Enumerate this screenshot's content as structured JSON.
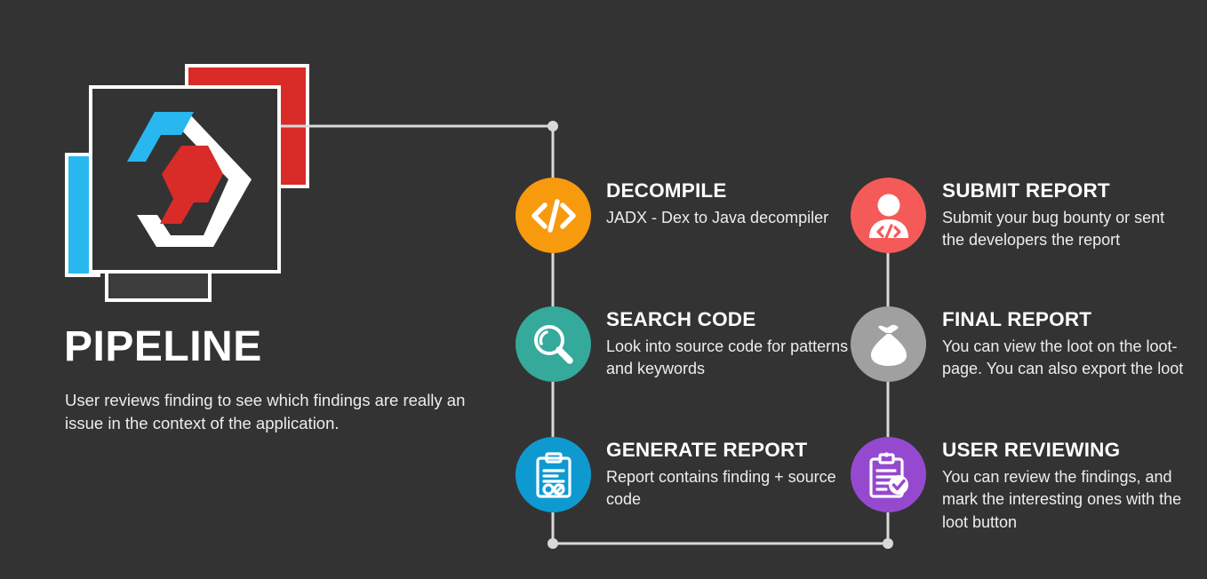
{
  "background_color": "#333333",
  "brand": {
    "logo_name": "pipeline-hexagon-logo",
    "logo_colors": {
      "blue": "#29B7F0",
      "red": "#D92B28",
      "white": "#FFFFFF",
      "card_dark": "#333333"
    }
  },
  "header": {
    "title": "PIPELINE",
    "description": "User reviews finding to see which findings are really an issue in the context of the application."
  },
  "connector_color": "#D9D9D9",
  "steps": [
    {
      "id": "decompile",
      "column": "left",
      "row": 1,
      "title": "DECOMPILE",
      "description": "JADX - Dex to Java decompiler",
      "icon": "code-brackets-icon",
      "color": "#F79A0E"
    },
    {
      "id": "search-code",
      "column": "left",
      "row": 2,
      "title": "SEARCH CODE",
      "description": "Look into source code for patterns and keywords",
      "icon": "magnifier-icon",
      "color": "#35A99B"
    },
    {
      "id": "generate-report",
      "column": "left",
      "row": 3,
      "title": "GENERATE REPORT",
      "description": "Report contains finding + source code",
      "icon": "clipboard-report-icon",
      "color": "#0E9AD0"
    },
    {
      "id": "submit-report",
      "column": "right",
      "row": 1,
      "title": "SUBMIT REPORT",
      "description": "Submit your bug bounty or sent the developers the report",
      "icon": "developer-person-icon",
      "color": "#F45B58"
    },
    {
      "id": "final-report",
      "column": "right",
      "row": 2,
      "title": "FINAL REPORT",
      "description": "You can view the loot on the loot-page. You can also export the loot",
      "icon": "money-bag-icon",
      "color": "#A0A0A0"
    },
    {
      "id": "user-reviewing",
      "column": "right",
      "row": 3,
      "title": "USER REVIEWING",
      "description": "You can review the findings, and mark the interesting ones with the loot button",
      "icon": "clipboard-check-icon",
      "color": "#9549CF"
    }
  ]
}
